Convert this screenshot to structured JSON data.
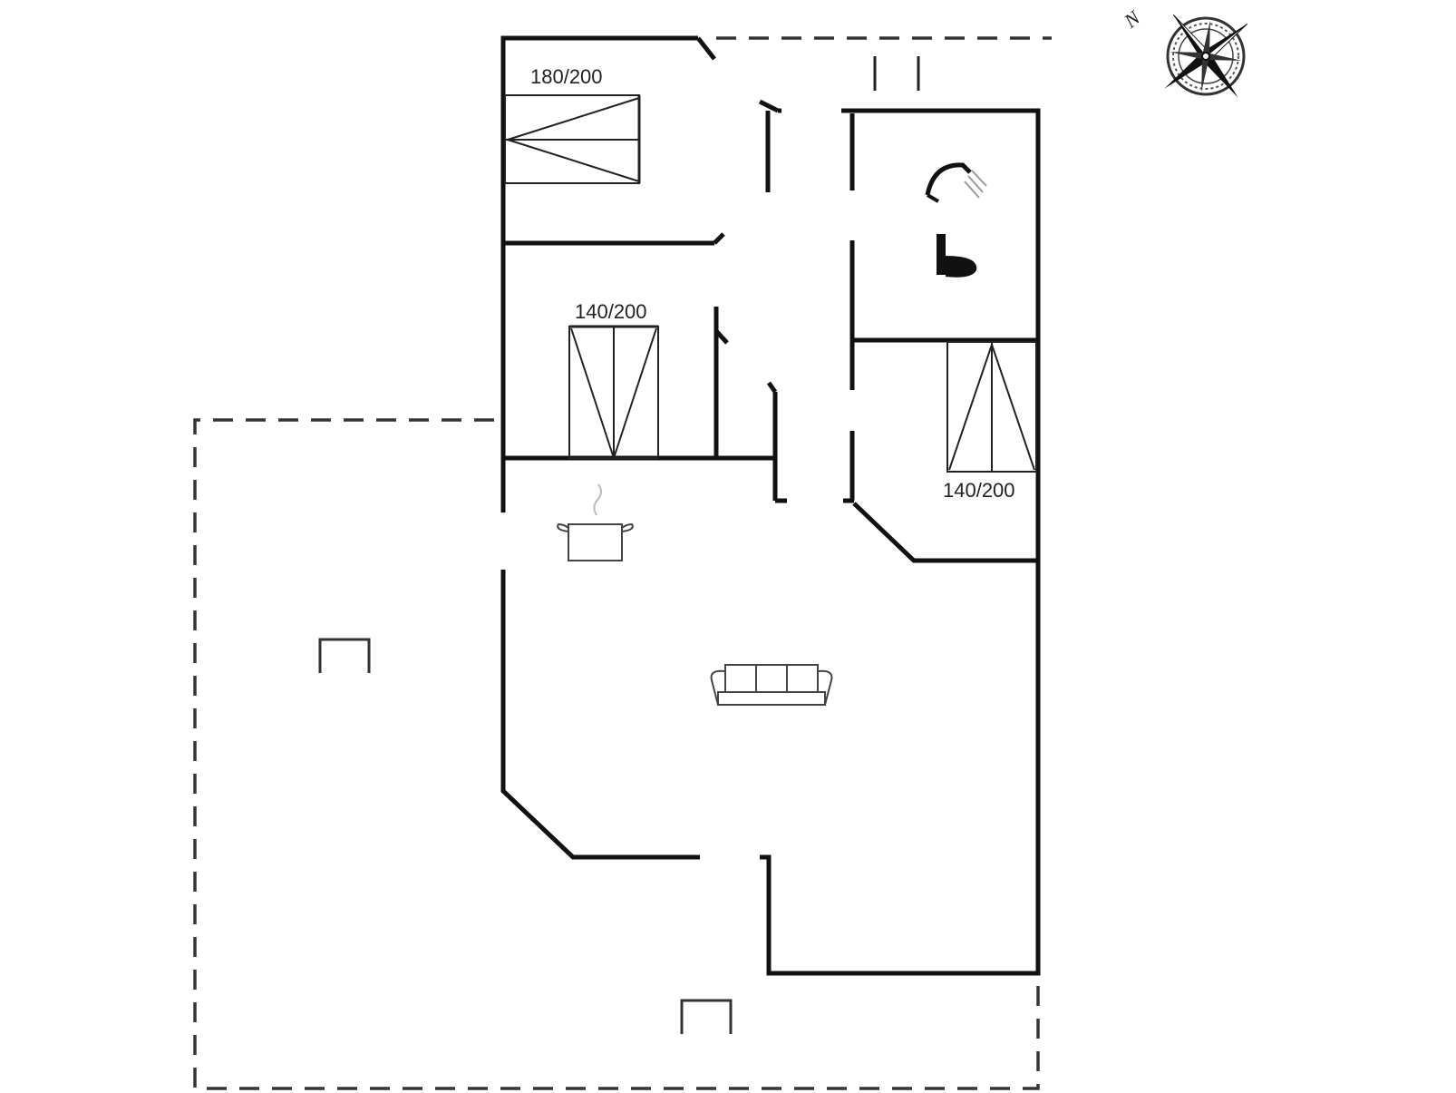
{
  "compass": {
    "north_label": "N",
    "icon": "compass-rose-icon"
  },
  "beds": [
    {
      "id": "bed-1",
      "size_label": "180/200"
    },
    {
      "id": "bed-2",
      "size_label": "140/200"
    },
    {
      "id": "bed-3",
      "size_label": "140/200"
    }
  ],
  "fixtures": [
    "shower-icon",
    "toilet-icon",
    "cooking-pot-icon",
    "sofa-icon",
    "terrace-chair-icon"
  ]
}
